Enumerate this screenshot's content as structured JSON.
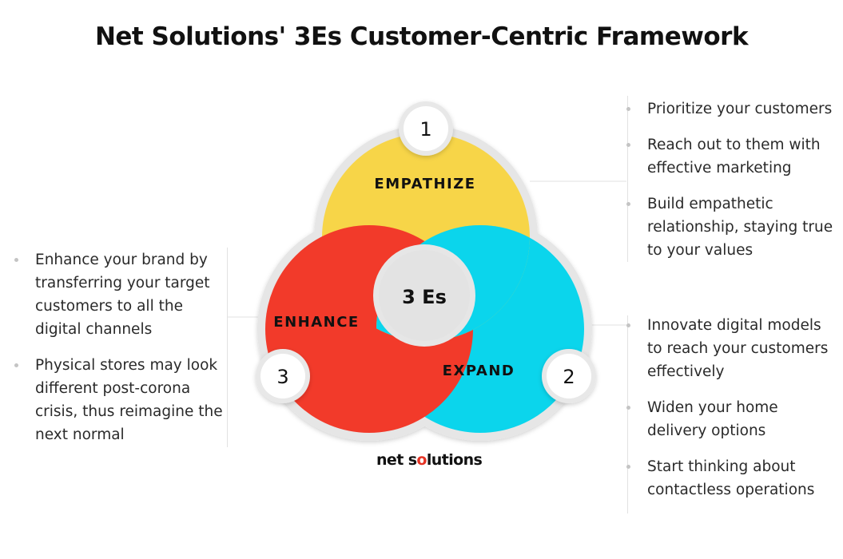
{
  "title": "Net Solutions' 3Es Customer-Centric Framework",
  "center_label": "3 Es",
  "colors": {
    "empathize": "#f7d548",
    "expand": "#0bd5ec",
    "enhance": "#f23a2a",
    "rim": "#e6e6e6",
    "hub": "#e3e3e3"
  },
  "segments": [
    {
      "number": "1",
      "label": "EMPATHIZE"
    },
    {
      "number": "2",
      "label": "EXPAND"
    },
    {
      "number": "3",
      "label": "ENHANCE"
    }
  ],
  "empathize_points": [
    "Prioritize your customers",
    "Reach out to them with effective marketing",
    "Build empathetic relationship, staying true to your values"
  ],
  "expand_points": [
    "Innovate digital models to reach your customers effectively",
    "Widen your home delivery options",
    "Start thinking about contactless operations"
  ],
  "enhance_points": [
    "Enhance your brand by transferring your target customers to all the digital channels",
    "Physical stores may look different post-corona crisis, thus reimagine the next normal"
  ],
  "brand": {
    "part1": "net s",
    "part2": "o",
    "part3": "lutions"
  }
}
